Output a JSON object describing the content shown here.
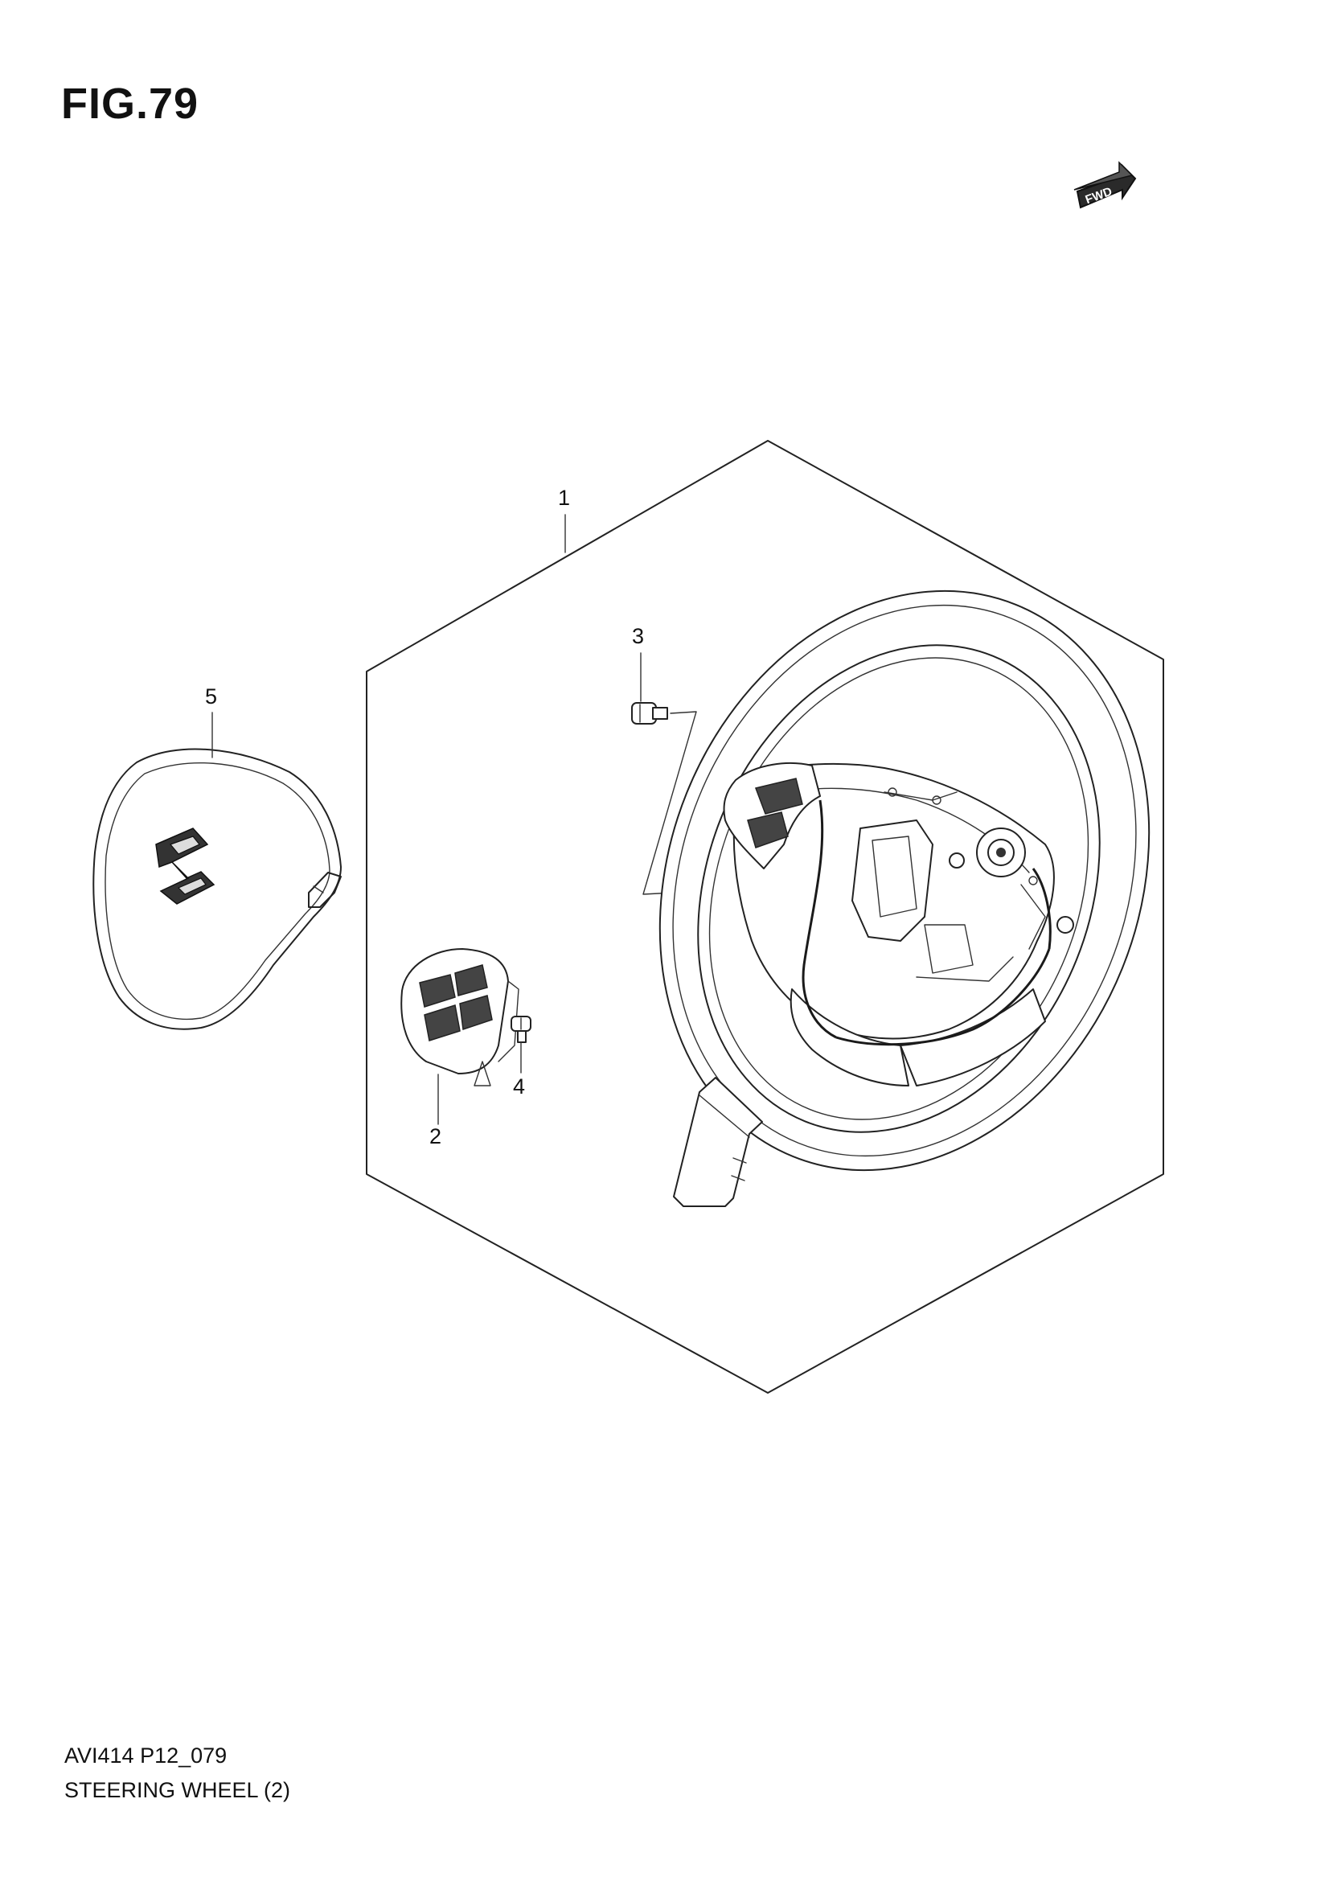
{
  "figure": {
    "title": "FIG.79",
    "code": "AVI414 P12_079",
    "name": "STEERING WHEEL (2)"
  },
  "fwd_indicator": {
    "label": "FWD",
    "icon": "fwd-arrow-icon"
  },
  "callouts": {
    "c1": "1",
    "c2": "2",
    "c3": "3",
    "c4": "4",
    "c5": "5"
  },
  "parts": [
    {
      "ref": "1",
      "icon": "steering-wheel-icon"
    },
    {
      "ref": "2",
      "icon": "switch-assembly-icon"
    },
    {
      "ref": "3",
      "icon": "screw-icon"
    },
    {
      "ref": "4",
      "icon": "screw-icon"
    },
    {
      "ref": "5",
      "icon": "airbag-cover-icon"
    }
  ]
}
